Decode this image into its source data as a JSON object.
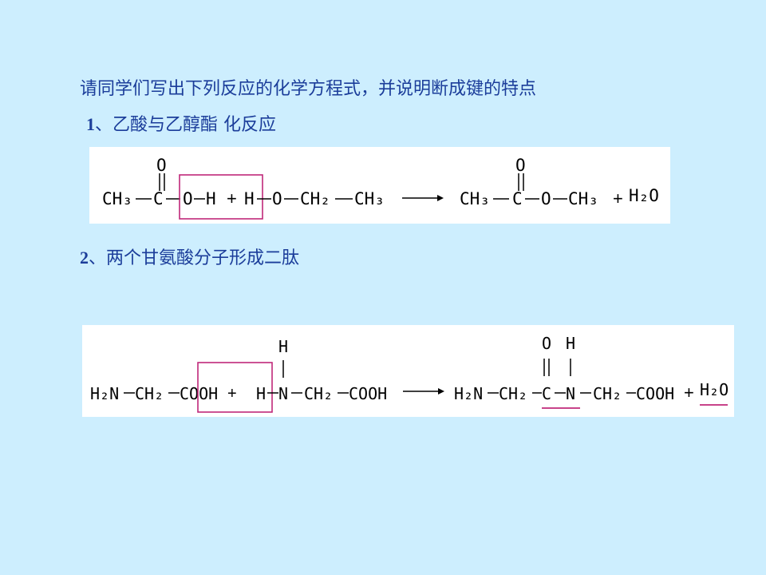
{
  "slide": {
    "intro": "请同学们写出下列反应的化学方程式，并说明断成键的特点",
    "item1": {
      "number": "1",
      "text": "、乙酸与乙醇酯 化反应"
    },
    "item2": {
      "number": "2",
      "text": "、两个甘氨酸分子形成二肽"
    }
  },
  "colors": {
    "text": "#1b3d9a",
    "background": "#cdeefe",
    "highlight": "#c0287a"
  },
  "eq1": {
    "ch3": "CH₃",
    "c": "C",
    "o_top": "O",
    "oh_o": "O",
    "oh_h": "H",
    "plus": "+",
    "h": "H",
    "o": "O",
    "ch2": "CH₂",
    "ch3b": "CH₃",
    "p_ch3": "CH₃",
    "p_c": "C",
    "p_o_top": "O",
    "p_o": "O",
    "p_ch3b": "CH₃",
    "plus2": "+",
    "h2o": "H₂O"
  },
  "eq2": {
    "h2n": "H₂N",
    "ch2": "CH₂",
    "coo": "COOH",
    "plus": "+",
    "h": "H",
    "h_top": "H",
    "n": "N",
    "ch2b": "CH₂",
    "cooh": "COOH",
    "p_h2n": "H₂N",
    "p_ch2": "CH₂",
    "p_c": "C",
    "p_o": "O",
    "p_h": "H",
    "p_n": "N",
    "p_ch2b": "CH₂",
    "p_cooh": "COOH",
    "plus2": "+",
    "h2o": "H₂O"
  }
}
